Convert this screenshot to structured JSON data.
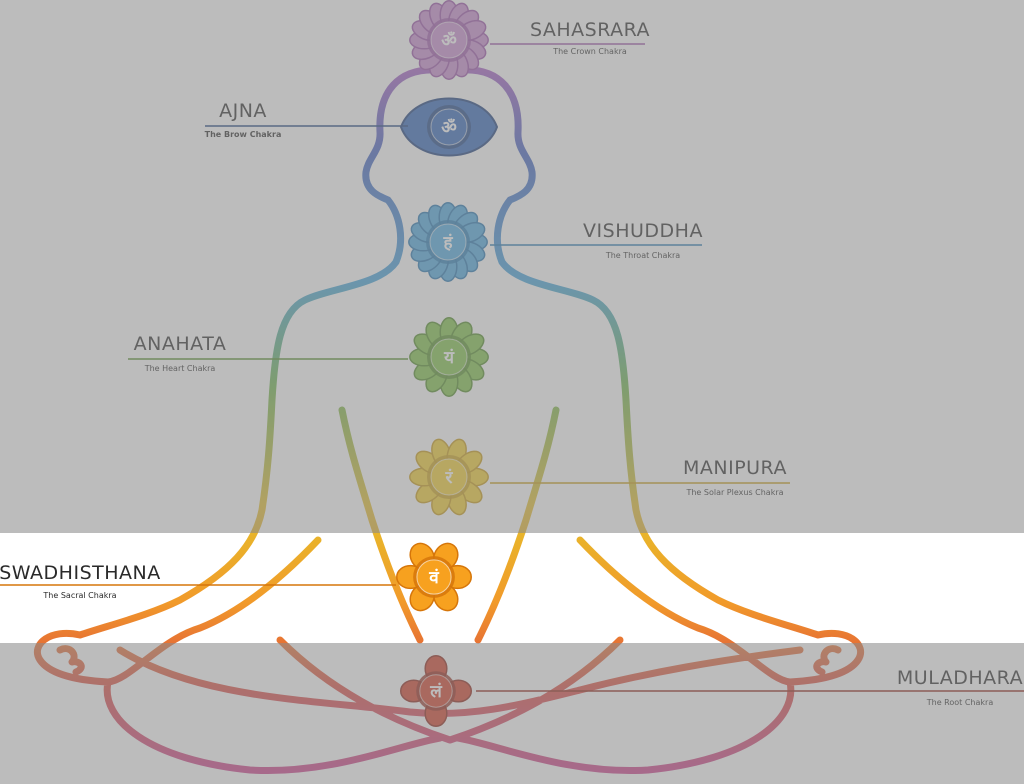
{
  "diagram": {
    "colors": {
      "dim_overlay": "#8c8c8c",
      "highlight_band": "#ffffff"
    },
    "highlighted_chakra": "swadhisthana",
    "chakras": [
      {
        "id": "sahasrara",
        "name": "SAHASRARA",
        "subtitle": "The Crown Chakra",
        "symbol": "ॐ",
        "color": "#c98ad0",
        "dark": "#9a4ea7",
        "petals": 16,
        "symbol_icon": "om-symbol-icon"
      },
      {
        "id": "ajna",
        "name": "AJNA",
        "subtitle": "The Brow Chakra",
        "symbol": "ॐ",
        "color": "#2c63b8",
        "dark": "#163a7a",
        "petals": 2,
        "symbol_icon": "om-symbol-icon"
      },
      {
        "id": "vishuddha",
        "name": "VISHUDDHA",
        "subtitle": "The Throat Chakra",
        "symbol": "हं",
        "color": "#49a8e0",
        "dark": "#1f74b0",
        "petals": 16,
        "symbol_icon": "ham-symbol-icon"
      },
      {
        "id": "anahata",
        "name": "ANAHATA",
        "subtitle": "The Heart Chakra",
        "symbol": "यं",
        "color": "#7cc243",
        "dark": "#4e8a22",
        "petals": 12,
        "symbol_icon": "yam-symbol-icon"
      },
      {
        "id": "manipura",
        "name": "MANIPURA",
        "subtitle": "The Solar Plexus Chakra",
        "symbol": "रं",
        "color": "#f2cd2a",
        "dark": "#c89a10",
        "petals": 10,
        "symbol_icon": "ram-symbol-icon"
      },
      {
        "id": "swadhisthana",
        "name": "SWADHISTHANA",
        "subtitle": "The Sacral Chakra",
        "symbol": "वं",
        "color": "#f7a11f",
        "dark": "#d6760a",
        "petals": 6,
        "symbol_icon": "vam-symbol-icon"
      },
      {
        "id": "muladhara",
        "name": "MULADHARA",
        "subtitle": "The Root Chakra",
        "symbol": "लं",
        "color": "#d23a22",
        "dark": "#8e1e10",
        "petals": 4,
        "symbol_icon": "lam-symbol-icon"
      }
    ]
  }
}
